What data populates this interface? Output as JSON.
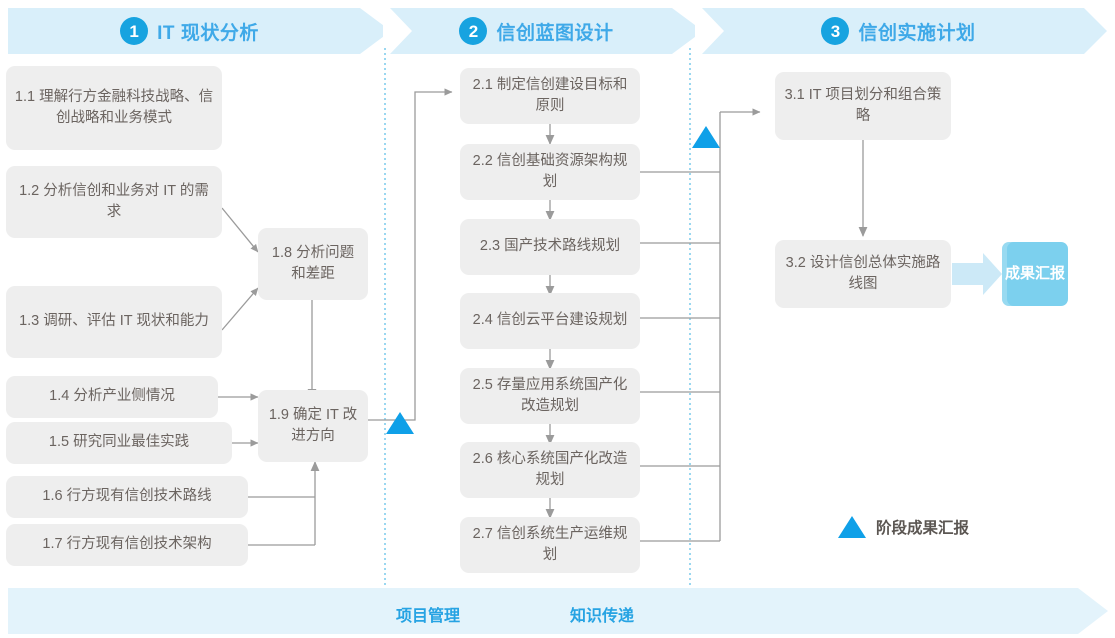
{
  "phases": [
    {
      "num": "1",
      "label": "IT 现状分析"
    },
    {
      "num": "2",
      "label": "信创蓝图设计"
    },
    {
      "num": "3",
      "label": "信创实施计划"
    }
  ],
  "boxes": {
    "b11": "1.1 理解行方金融科技战略、信创战略和业务模式",
    "b12": "1.2 分析信创和业务对 IT 的需求",
    "b13": "1.3 调研、评估 IT 现状和能力",
    "b14": "1.4 分析产业侧情况",
    "b15": "1.5 研究同业最佳实践",
    "b16": "1.6 行方现有信创技术路线",
    "b17": "1.7 行方现有信创技术架构",
    "b18": "1.8 分析问题和差距",
    "b19": "1.9 确定 IT 改进方向",
    "b21": "2.1 制定信创建设目标和原则",
    "b22": "2.2 信创基础资源架构规划",
    "b23": "2.3 国产技术路线规划",
    "b24": "2.4 信创云平台建设规划",
    "b25": "2.5 存量应用系统国产化改造规划",
    "b26": "2.6 核心系统国产化改造规划",
    "b27": "2.7 信创系统生产运维规划",
    "b31": "3.1 IT 项目划分和组合策略",
    "b32": "3.2 设计信创总体实施路线图"
  },
  "result_badge": "成果汇报",
  "legend": {
    "label": "阶段成果汇报"
  },
  "footer": {
    "project_management": "项目管理",
    "knowledge_transfer": "知识传递"
  },
  "colors": {
    "accent_blue": "#17a3e0",
    "band_blue": "#d9effa",
    "footer_blue": "#e3f3fb",
    "box_gray": "#eeeeee",
    "text_gray": "#6b6460",
    "badge_blue": "#7cd0ee",
    "triangle_blue": "#0fa0e8",
    "connector_gray": "#9b9b9b"
  }
}
